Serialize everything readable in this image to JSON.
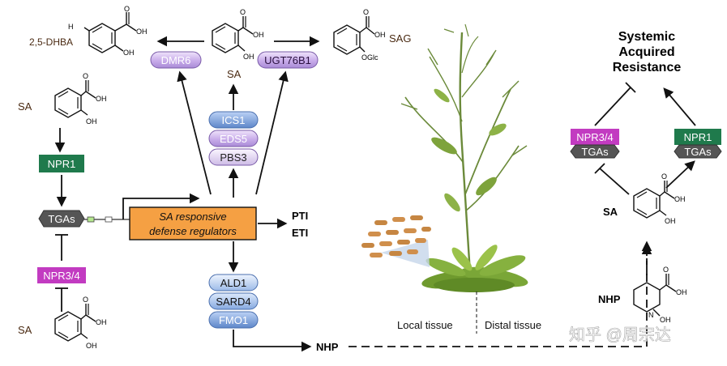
{
  "molecules": {
    "dhba": "2,5-DHBA",
    "sa_top": "SA",
    "sag": "SAG",
    "sa_left_top": "SA",
    "sa_left_bottom": "SA",
    "sa_right": "SA",
    "nhp_right": "NHP",
    "oglc": "OGlc"
  },
  "atoms": {
    "oh": "OH",
    "o": "O",
    "n": "N",
    "h": "H"
  },
  "enzymes": {
    "dmr6": "DMR6",
    "ugt76b1": "UGT76B1",
    "ics1": "ICS1",
    "eds5": "EDS5",
    "pbs3": "PBS3",
    "ald1": "ALD1",
    "sard4": "SARD4",
    "fmo1": "FMO1"
  },
  "regulators": {
    "npr1_left": "NPR1",
    "tgas_left": "TGAs",
    "npr34_left": "NPR3/4",
    "npr34_right": "NPR3/4",
    "tgas_right_a": "TGAs",
    "npr1_right": "NPR1",
    "tgas_right_b": "TGAs"
  },
  "center_box": {
    "line1": "SA responsive",
    "line2": "defense regulators"
  },
  "outputs": {
    "pti": "PTI",
    "eti": "ETI",
    "nhp": "NHP"
  },
  "sar": {
    "line1": "Systemic",
    "line2": "Acquired",
    "line3": "Resistance"
  },
  "plant": {
    "local": "Local tissue",
    "distal": "Distal tissue"
  },
  "watermark": "知乎 @周宗达",
  "colors": {
    "npr1_green": "#1f7a4c",
    "npr34_magenta": "#c23bc1",
    "tgas_gray": "#555555",
    "orange_box": "#f5a043",
    "purple_pill": "#c8b4e6",
    "blue_pill": "#9dbbe8"
  }
}
